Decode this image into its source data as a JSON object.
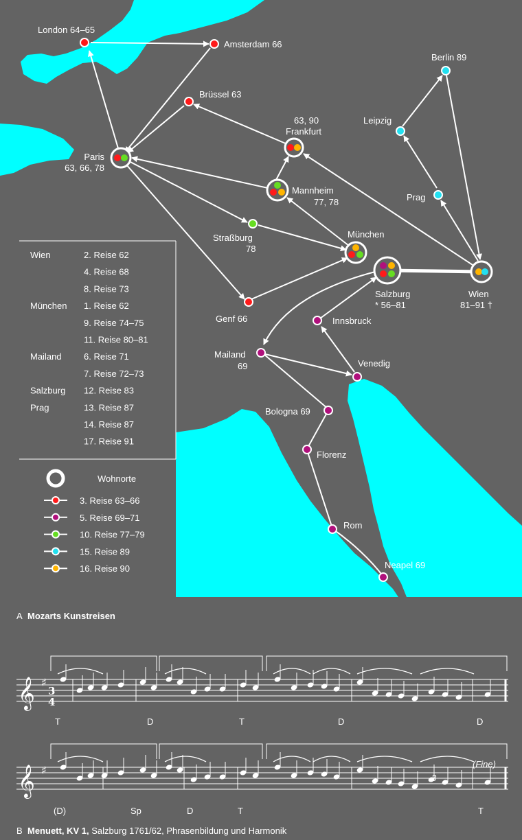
{
  "colors": {
    "background": "#636363",
    "water": "#00ffff",
    "route_3": "#ff1a1a",
    "route_5": "#b0107c",
    "route_10": "#66dd22",
    "route_15": "#22e0f0",
    "route_16": "#ffb400",
    "lines": "#ffffff"
  },
  "cities": {
    "london": "London 64–65",
    "amsterdam": "Amsterdam 66",
    "bruessel": "Brüssel 63",
    "paris_1": "Paris",
    "paris_2": "63, 66, 78",
    "frankfurt_1": "63, 90",
    "frankfurt_2": "Frankfurt",
    "mannheim_1": "Mannheim",
    "mannheim_2": "77, 78",
    "strassburg_1": "Straßburg",
    "strassburg_2": "78",
    "muenchen": "München",
    "salzburg_1": "Salzburg",
    "salzburg_2": "* 56–81",
    "wien_1": "Wien",
    "wien_2": "81–91 †",
    "genf": "Genf 66",
    "innsbruck": "Innsbruck",
    "mailand_1": "Mailand",
    "mailand_2": "69",
    "venedig": "Venedig",
    "bologna": "Bologna 69",
    "florenz": "Florenz",
    "rom": "Rom",
    "neapel": "Neapel 69",
    "leipzig": "Leipzig",
    "berlin": "Berlin 89",
    "prag": "Prag"
  },
  "journeys_table": [
    {
      "place": "Wien",
      "trip": "2. Reise 62"
    },
    {
      "place": "",
      "trip": "4. Reise 68"
    },
    {
      "place": "",
      "trip": "8. Reise 73"
    },
    {
      "place": "München",
      "trip": "1. Reise 62"
    },
    {
      "place": "",
      "trip": "9. Reise 74–75"
    },
    {
      "place": "",
      "trip": "11. Reise 80–81"
    },
    {
      "place": "Mailand",
      "trip": "6. Reise 71"
    },
    {
      "place": "",
      "trip": "7. Reise 72–73"
    },
    {
      "place": "Salzburg",
      "trip": "12. Reise 83"
    },
    {
      "place": "Prag",
      "trip": "13. Reise 87"
    },
    {
      "place": "",
      "trip": "14. Reise 87"
    },
    {
      "place": "",
      "trip": "17. Reise 91"
    }
  ],
  "legend": {
    "residence": "Wohnorte",
    "routes": [
      {
        "label": "3. Reise 63–66",
        "color": "#ff1a1a"
      },
      {
        "label": "5. Reise 69–71",
        "color": "#b0107c"
      },
      {
        "label": "10. Reise 77–79",
        "color": "#66dd22"
      },
      {
        "label": "15. Reise 89",
        "color": "#22e0f0"
      },
      {
        "label": "16. Reise 90",
        "color": "#ffb400"
      }
    ]
  },
  "caption_a": {
    "letter": "A",
    "title": "Mozarts Kunstreisen"
  },
  "music": {
    "row1_labels": [
      "T",
      "D",
      "T",
      "D",
      "D"
    ],
    "row2_labels": [
      "(D)",
      "Sp",
      "D",
      "T",
      "T"
    ],
    "fine": "(Fine)",
    "triplet": "3"
  },
  "caption_b": {
    "letter": "B",
    "title": "Menuett, KV 1,",
    "text": "Salzburg 1761/62, Phrasenbildung und Harmonik"
  }
}
